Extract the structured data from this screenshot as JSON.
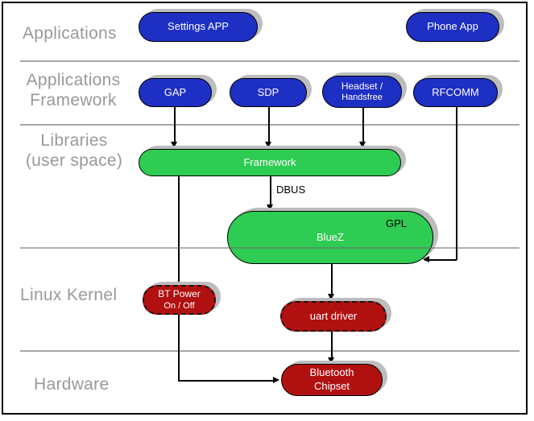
{
  "diagram": {
    "type": "layered-architecture",
    "subject": "Bluetooth software stack",
    "layers": [
      {
        "name": "applications",
        "label": "Applications"
      },
      {
        "name": "applications-framework",
        "label": "Applications\nFramework"
      },
      {
        "name": "libraries-user-space",
        "label": "Libraries\n(user space)"
      },
      {
        "name": "linux-kernel",
        "label": "Linux Kernel"
      },
      {
        "name": "hardware",
        "label": "Hardware"
      }
    ],
    "nodes": {
      "settings_app": {
        "label": "Settings APP",
        "layer": "Applications",
        "color": "#1e2fc3"
      },
      "phone_app": {
        "label": "Phone App",
        "layer": "Applications",
        "color": "#1e2fc3"
      },
      "gap": {
        "label": "GAP",
        "layer": "Applications Framework",
        "color": "#1e2fc3"
      },
      "sdp": {
        "label": "SDP",
        "layer": "Applications Framework",
        "color": "#1e2fc3"
      },
      "headset": {
        "label": "Headset /",
        "sublabel": "Handsfree",
        "layer": "Applications Framework",
        "color": "#1e2fc3"
      },
      "rfcomm": {
        "label": "RFCOMM",
        "layer": "Applications Framework",
        "color": "#1e2fc3"
      },
      "framework": {
        "label": "Framework",
        "layer": "Libraries (user space)",
        "color": "#2ecc53"
      },
      "bluez": {
        "label": "BlueZ",
        "badge": "GPL",
        "layer": "Libraries (user space)",
        "color": "#2ecc53"
      },
      "bt_power": {
        "label": "BT Power",
        "sublabel": "On / Off",
        "layer": "Linux Kernel",
        "color": "#b11010"
      },
      "uart_driver": {
        "label": "uart driver",
        "layer": "Linux Kernel",
        "color": "#b11010"
      },
      "bluetooth_chipset": {
        "label": "Bluetooth\nChipset",
        "layer": "Hardware",
        "color": "#b11010"
      }
    },
    "edges": [
      {
        "from": "GAP",
        "to": "Framework"
      },
      {
        "from": "SDP",
        "to": "Framework"
      },
      {
        "from": "Headset / Handsfree",
        "to": "Framework"
      },
      {
        "from": "Framework",
        "to": "BlueZ",
        "label": "DBUS"
      },
      {
        "from": "RFCOMM",
        "to": "BlueZ"
      },
      {
        "from": "Framework",
        "to": "Bluetooth Chipset"
      },
      {
        "from": "BlueZ",
        "to": "uart driver"
      },
      {
        "from": "uart driver",
        "to": "Bluetooth Chipset"
      }
    ],
    "colors": {
      "application_node": "#1e2fc3",
      "library_node": "#2ecc53",
      "kernel_node": "#b11010",
      "layer_label": "#999999",
      "divider_line": "#a5a5a5",
      "node_shadow": "#bdbdbd",
      "connector": "#000000"
    }
  }
}
